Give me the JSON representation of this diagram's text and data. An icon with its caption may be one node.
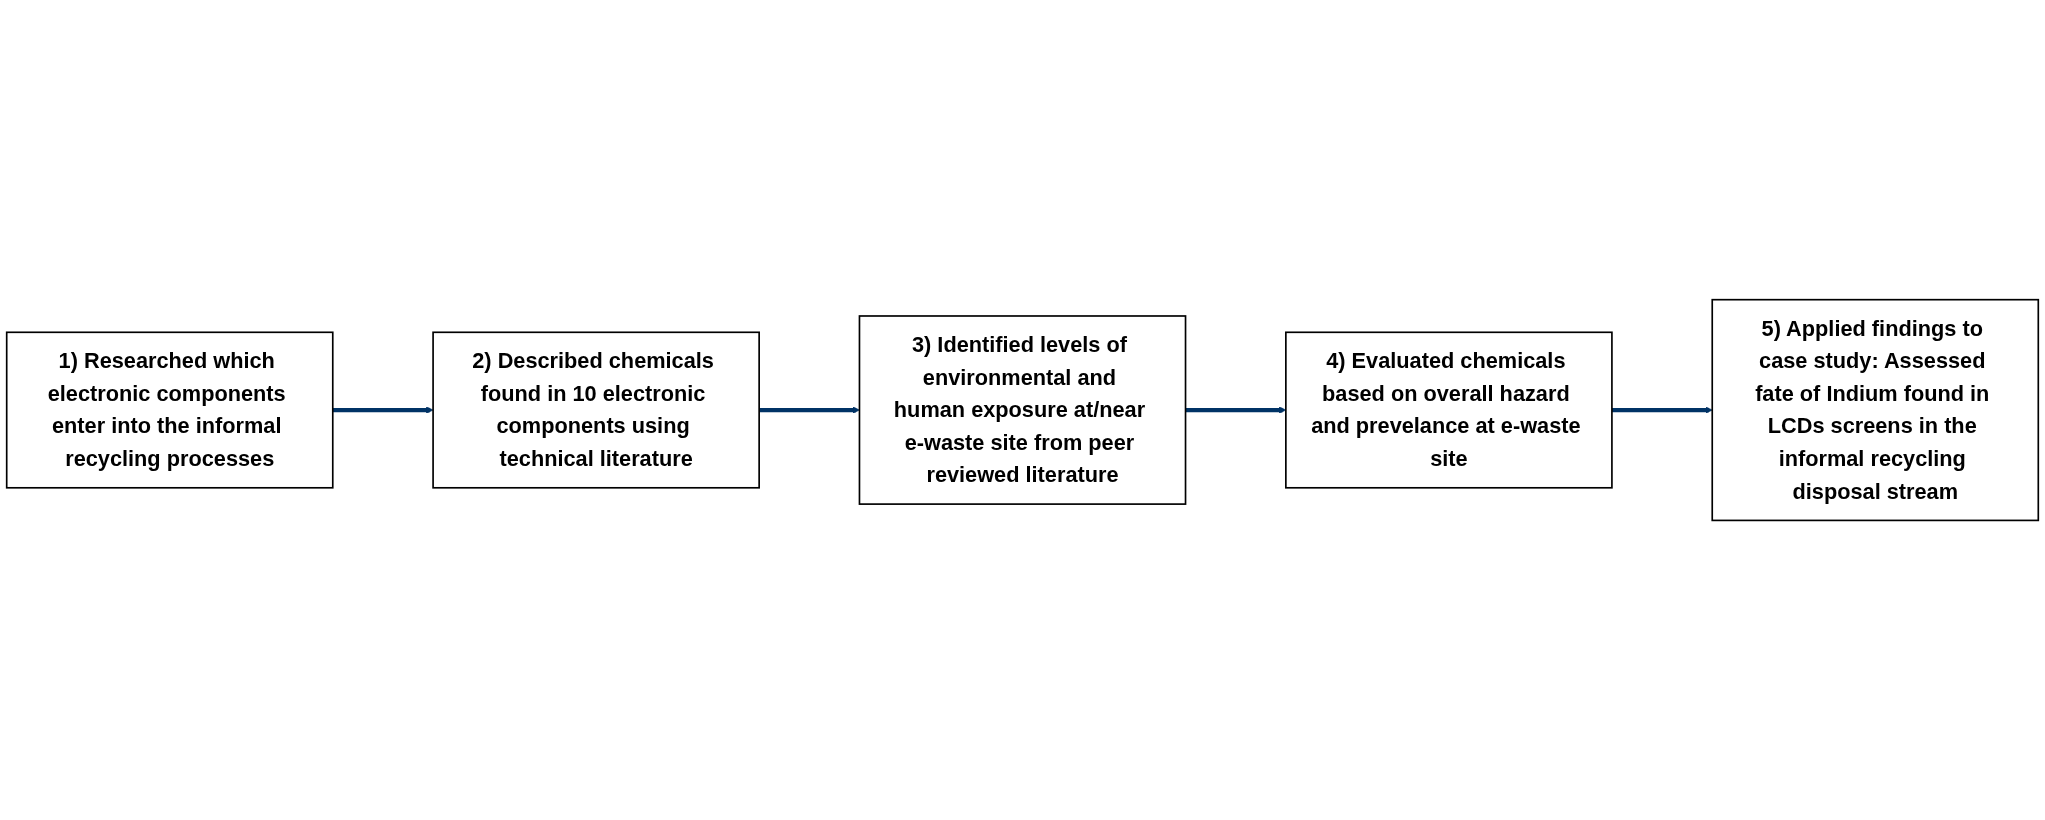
{
  "diagram": {
    "nodes": [
      {
        "text": [
          "1) Researched which electronic components enter into the informal recycling processes"
        ]
      },
      {
        "text": [
          "2) Described chemicals found in 10 electronic components using technical literature"
        ]
      },
      {
        "text": [
          "3) Identified levels of environmental and human exposure at/near e-waste site from peer reviewed literature"
        ]
      },
      {
        "text": [
          "4) Evaluated chemicals based on overall hazard and prevelance at e-waste site"
        ]
      },
      {
        "text": [
          "5) Applied findings to case study: Assessed fate of Indium found in LCDs screens in the informal recycling disposal stream"
        ]
      }
    ],
    "edges": [
      {
        "from": 0,
        "to": 1,
        "arrow": "to"
      },
      {
        "from": 1,
        "to": 2,
        "arrow": "to"
      },
      {
        "from": 2,
        "to": 3,
        "arrow": "to"
      },
      {
        "from": 3,
        "to": 4,
        "arrow": "to"
      }
    ]
  }
}
